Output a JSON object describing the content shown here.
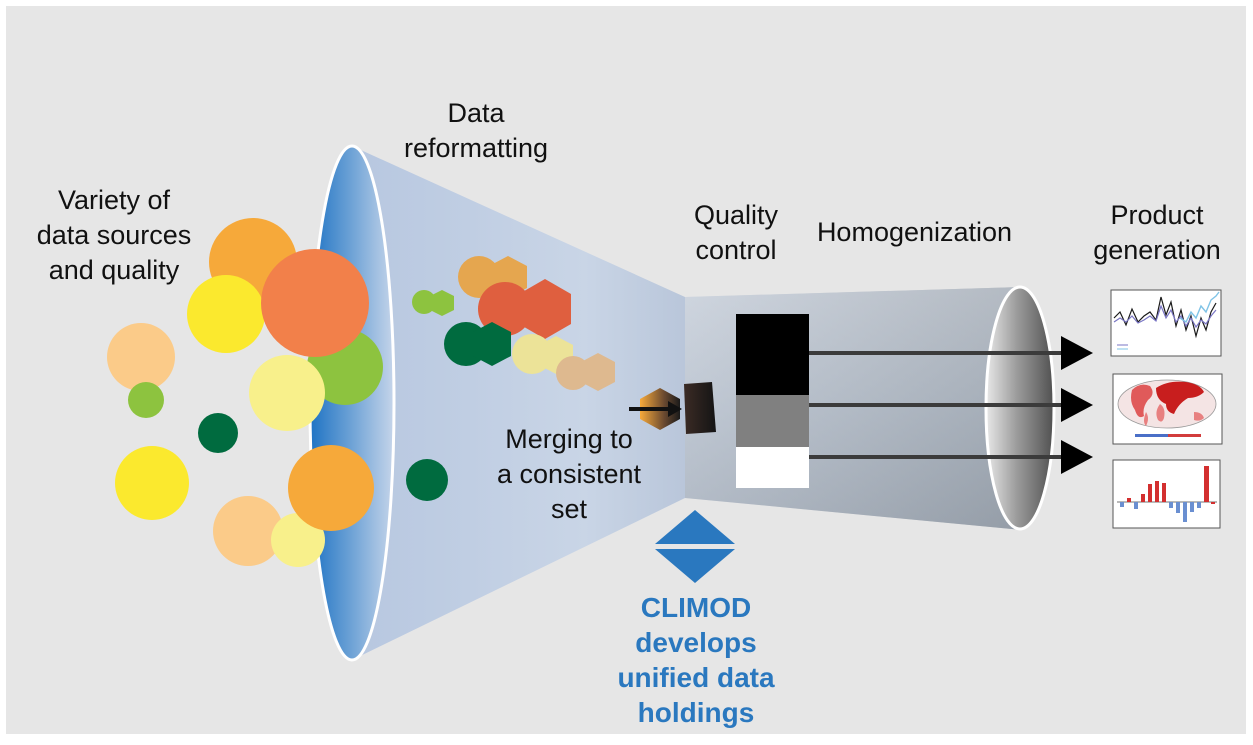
{
  "labels": {
    "sources": [
      "Variety of",
      "data sources",
      "and quality"
    ],
    "reformatting": [
      "Data",
      "reformatting"
    ],
    "quality_control": [
      "Quality",
      "control"
    ],
    "homogenization": "Homogenization",
    "product_generation": [
      "Product",
      "generation"
    ],
    "merging": [
      "Merging to",
      "a consistent",
      "set"
    ],
    "climod": [
      "CLIMOD",
      "develops",
      "unified data",
      "holdings"
    ]
  },
  "colors": {
    "background": "#e6e6e6",
    "accent_blue": "#2a78bf",
    "funnel": "#bccbe2",
    "orange": "#f6a93a",
    "red_orange": "#f2804a",
    "yellow": "#fbe92e",
    "light_yellow": "#f8f08b",
    "light_orange": "#fbcb89",
    "light_green": "#8dc33f",
    "dark_green": "#006b3f"
  },
  "quality_control_levels": [
    "black",
    "gray",
    "white"
  ],
  "products": [
    "line-chart-thumbnail",
    "world-map-thumbnail",
    "bar-chart-thumbnail"
  ]
}
